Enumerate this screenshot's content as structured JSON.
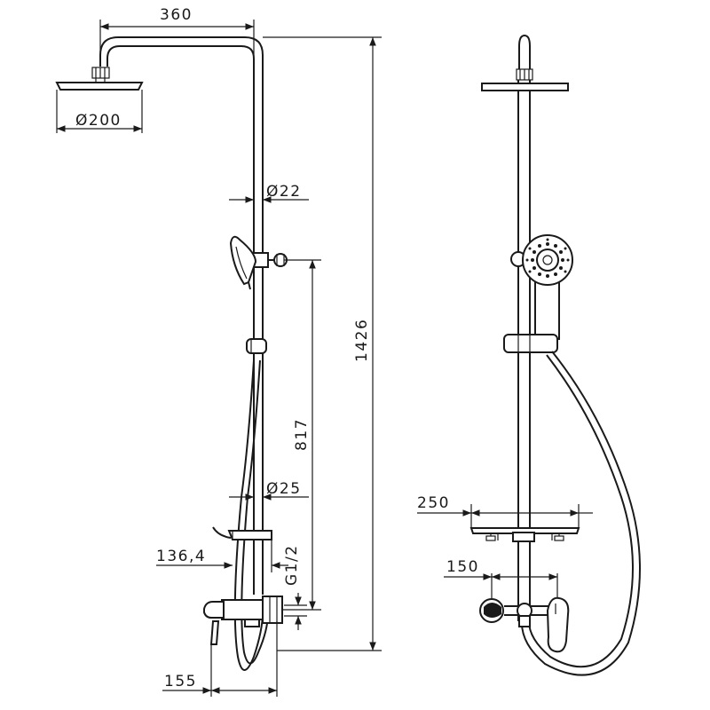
{
  "dimensions": {
    "arm_length": "360",
    "head_diameter": "Ø200",
    "pipe_upper_diameter": "Ø22",
    "total_height": "1426",
    "rail_height": "817",
    "pipe_lower_diameter": "Ø25",
    "tray_offset": "136,4",
    "thread": "G1/2",
    "mixer_projection": "155",
    "tray_width": "250",
    "mixer_width": "150"
  }
}
